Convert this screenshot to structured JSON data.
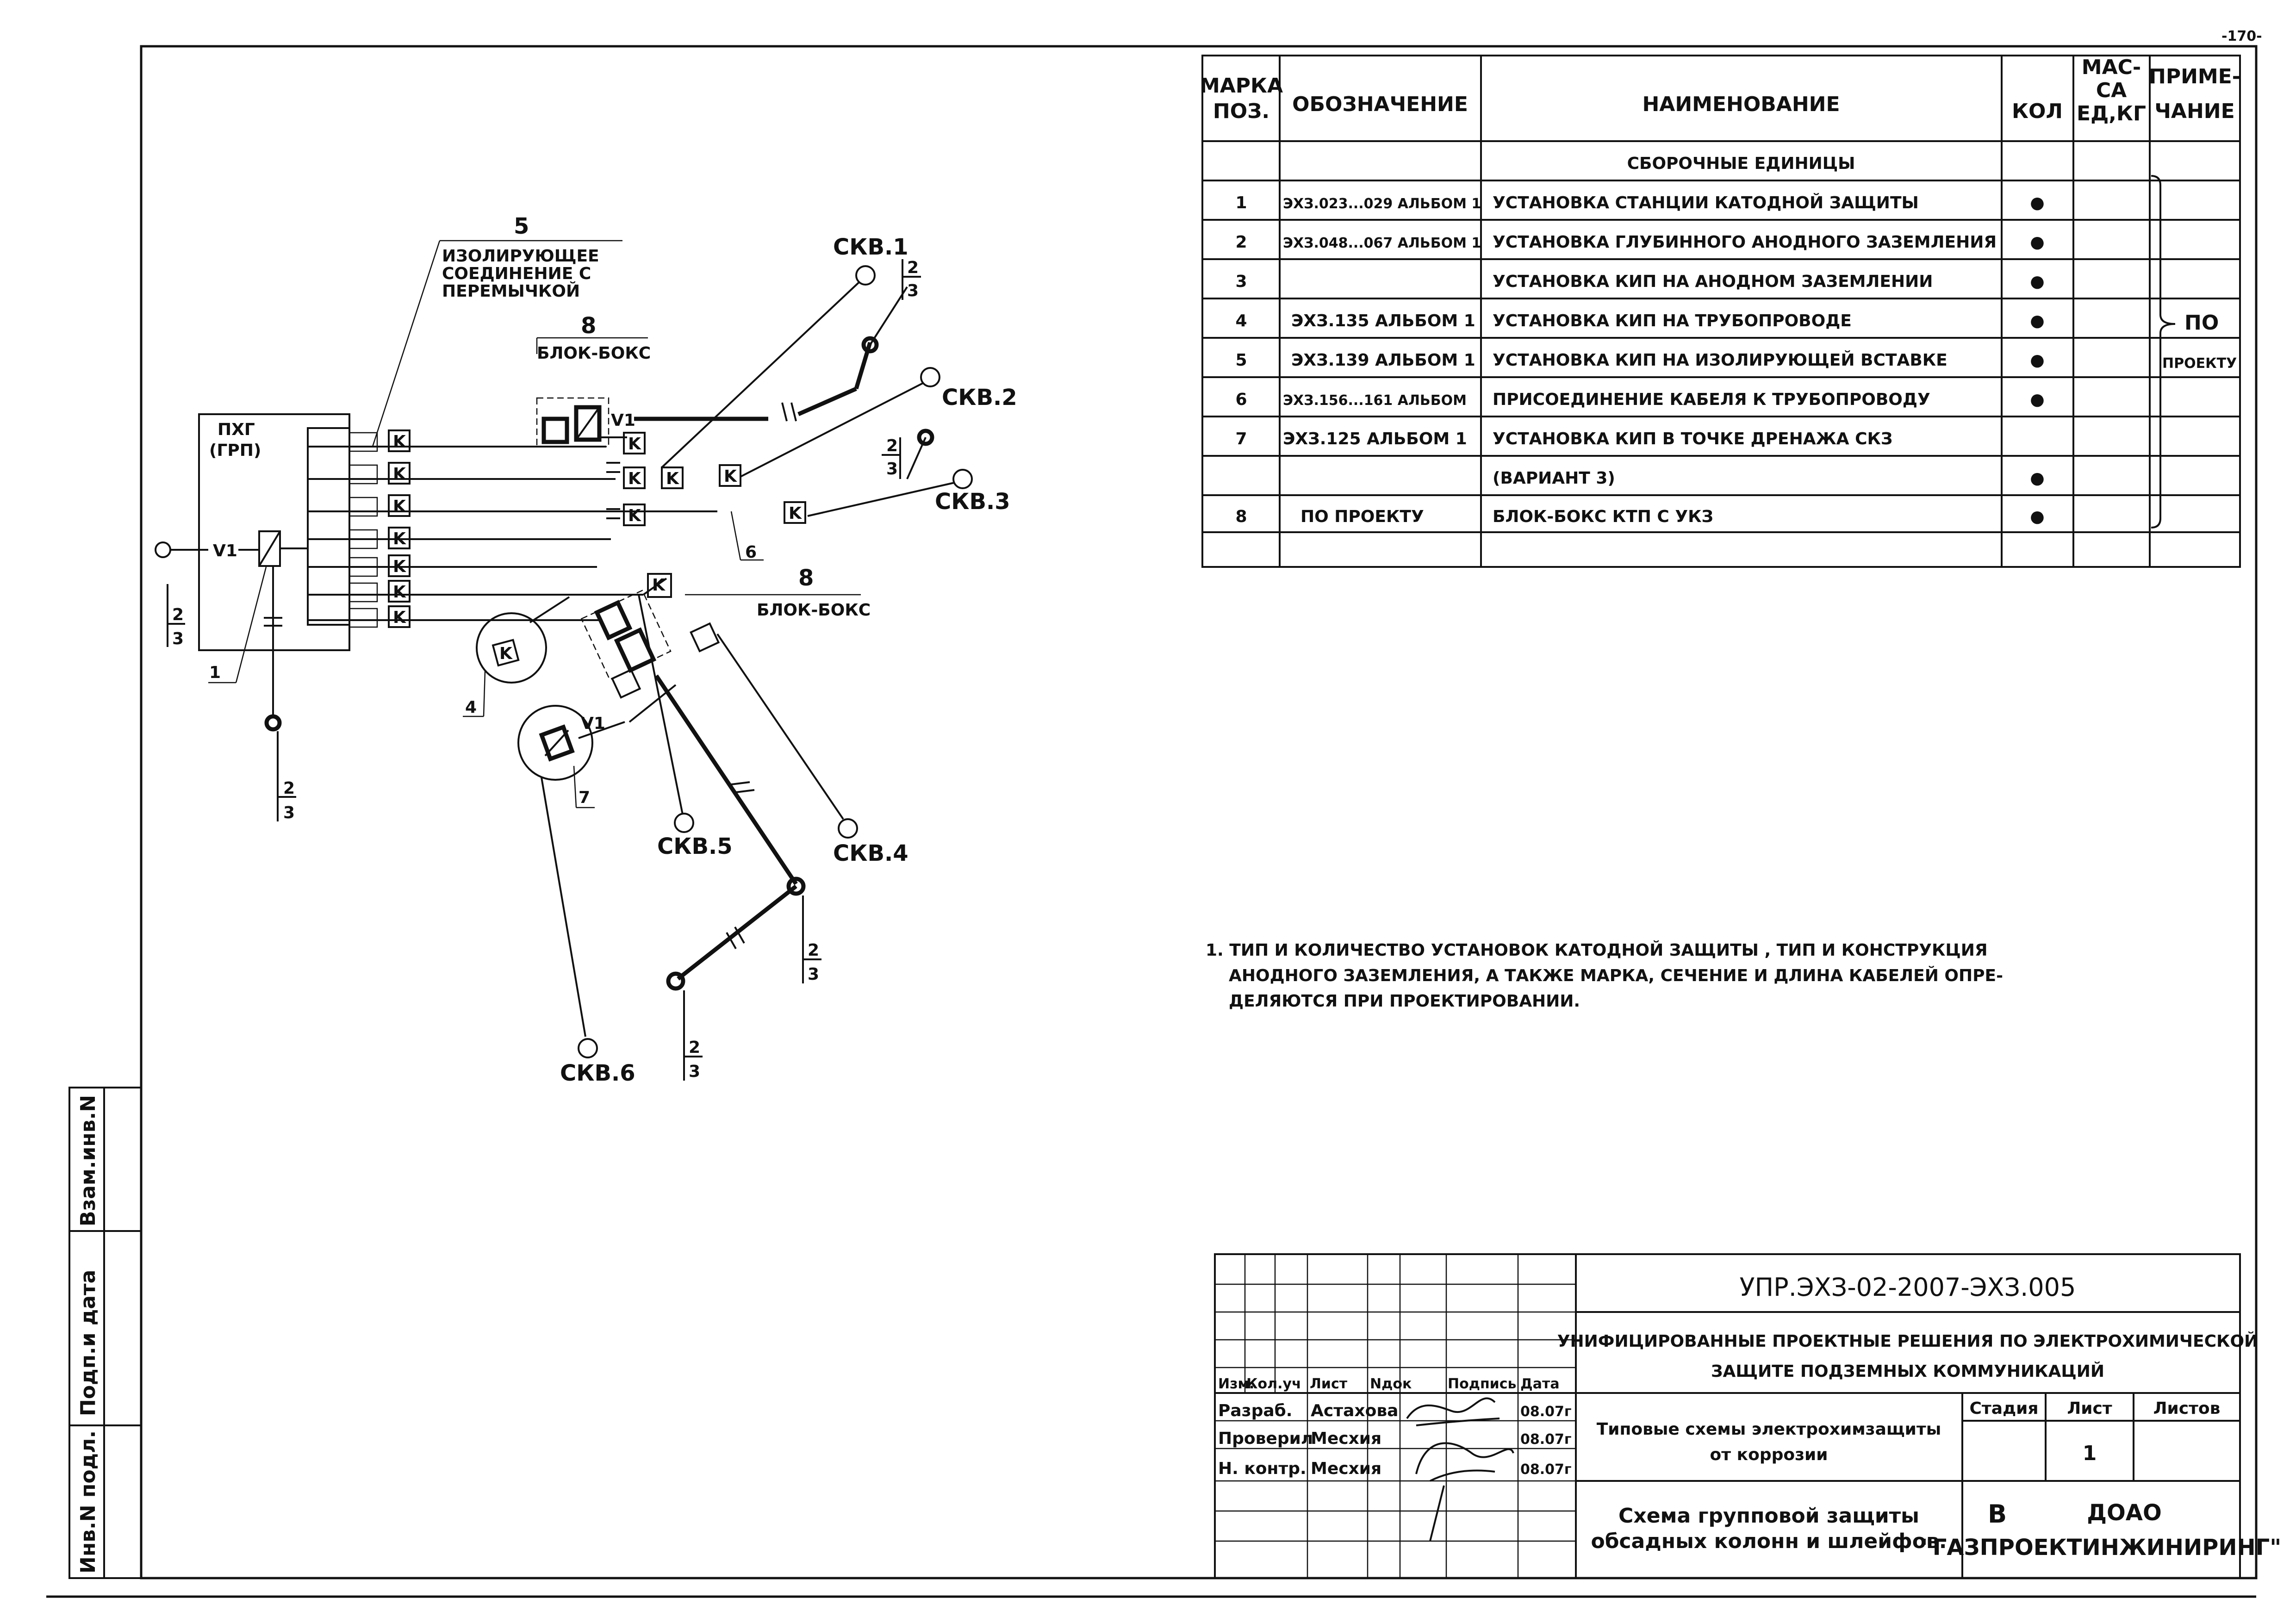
{
  "page_number": "-170-",
  "spec_table": {
    "headers": {
      "mark": [
        "МАРКА",
        "ПОЗ."
      ],
      "designation": "ОБОЗНАЧЕНИЕ",
      "name": "НАИМЕНОВАНИЕ",
      "qty": "КОЛ",
      "mass": [
        "МАС-",
        "СА",
        "ЕД,КГ"
      ],
      "note": [
        "ПРИМЕ-",
        "ЧАНИЕ"
      ]
    },
    "section_title": "СБОРОЧНЫЕ ЕДИНИЦЫ",
    "rows": [
      {
        "pos": "1",
        "designation": "ЭХЗ.023...029 АЛЬБОМ 1",
        "name": "УСТАНОВКА СТАНЦИИ КАТОДНОЙ ЗАЩИТЫ",
        "qty": "●"
      },
      {
        "pos": "2",
        "designation": "ЭХЗ.048...067 АЛЬБОМ 1",
        "name": "УСТАНОВКА ГЛУБИННОГО АНОДНОГО ЗАЗЕМЛЕНИЯ",
        "qty": "●"
      },
      {
        "pos": "3",
        "designation": "",
        "name": "УСТАНОВКА КИП НА АНОДНОМ ЗАЗЕМЛЕНИИ",
        "qty": "●"
      },
      {
        "pos": "4",
        "designation": "ЭХЗ.135 АЛЬБОМ 1",
        "name": "УСТАНОВКА КИП НА ТРУБОПРОВОДЕ",
        "qty": "●"
      },
      {
        "pos": "5",
        "designation": "ЭХЗ.139 АЛЬБОМ 1",
        "name": "УСТАНОВКА КИП НА ИЗОЛИРУЮЩЕЙ ВСТАВКЕ",
        "qty": "●"
      },
      {
        "pos": "6",
        "designation": "ЭХЗ.156...161 АЛЬБОМ",
        "name": "ПРИСОЕДИНЕНИЕ КАБЕЛЯ К ТРУБОПРОВОДУ",
        "qty": "●"
      },
      {
        "pos": "7",
        "designation": "ЭХЗ.125 АЛЬБОМ 1",
        "name": "УСТАНОВКА КИП В ТОЧКЕ ДРЕНАЖА СКЗ",
        "qty": ""
      },
      {
        "pos": "",
        "designation": "",
        "name": "(ВАРИАНТ 3)",
        "qty": "●"
      },
      {
        "pos": "8",
        "designation": "ПО ПРОЕКТУ",
        "name": "БЛОК-БОКС КТП С УКЗ",
        "qty": "●"
      }
    ],
    "note_text": [
      "ПО",
      "ПРОЕКТУ"
    ]
  },
  "footnote": [
    "1. ТИП И КОЛИЧЕСТВО УСТАНОВОК КАТОДНОЙ ЗАЩИТЫ , ТИП И КОНСТРУКЦИЯ",
    "АНОДНОГО ЗАЗЕМЛЕНИЯ, А ТАКЖЕ МАРКА, СЕЧЕНИЕ И ДЛИНА КАБЕЛЕЙ ОПРЕ-",
    "ДЕЛЯЮТСЯ ПРИ ПРОЕКТИРОВАНИИ."
  ],
  "diagram": {
    "labels": {
      "pos5": "5",
      "iso1": "ИЗОЛИРУЮЩЕЕ",
      "iso2": "СОЕДИНЕНИЕ С",
      "iso3": "ПЕРЕМЫЧКОЙ",
      "pos8a": "8",
      "blok_a": "БЛОК-БОКС",
      "pos8b": "8",
      "blok_b": "БЛОК-БОКС",
      "pxg1": "ПХГ",
      "pxg2": "(ГРП)",
      "v1a": "V1",
      "v1b": "V1",
      "v1c": "V1",
      "skv1": "СКВ.1",
      "skv2": "СКВ.2",
      "skv3": "СКВ.3",
      "skv4": "СКВ.4",
      "skv5": "СКВ.5",
      "skv6": "СКВ.6",
      "pos1": "1",
      "pos4": "4",
      "pos6": "6",
      "pos7": "7",
      "k": "K"
    },
    "fraction_top": "2",
    "fraction_bottom": "3"
  },
  "side_stamp": [
    "Инв.N подл.",
    "Подп.и дата",
    "Взам.инв.N"
  ],
  "title_block": {
    "code": "УПР.ЭХЗ-02-2007-ЭХЗ.005",
    "project_title": [
      "УНИФИЦИРОВАННЫЕ ПРОЕКТНЫЕ РЕШЕНИЯ ПО ЭЛЕКТРОХИМИЧЕСКОЙ",
      "ЗАЩИТЕ ПОДЗЕМНЫХ КОММУНИКАЦИЙ"
    ],
    "sub_title": [
      "Типовые схемы электрохимзащиты",
      "от коррозии"
    ],
    "sheet_title": [
      "Схема групповой защиты",
      "обсадных колонн и шлейфов."
    ],
    "col_headers": [
      "Изм.",
      "Кол.уч",
      "Лист",
      "Nдок",
      "Подпись",
      "Дата"
    ],
    "staff": [
      {
        "role": "Разраб.",
        "name": "Астахова",
        "date": "08.07г"
      },
      {
        "role": "Проверил",
        "name": "Месхия",
        "date": "08.07г"
      },
      {
        "role": "Н. контр.",
        "name": "Месхия",
        "date": "08.07г"
      }
    ],
    "stage_header": "Стадия",
    "sheet_header": "Лист",
    "sheets_header": "Листов",
    "sheet_value": "1",
    "org_logo_letter": "В",
    "org": [
      "ДОАО",
      "\"ГАЗПРОЕКТИНЖИНИРИНГ\""
    ]
  }
}
